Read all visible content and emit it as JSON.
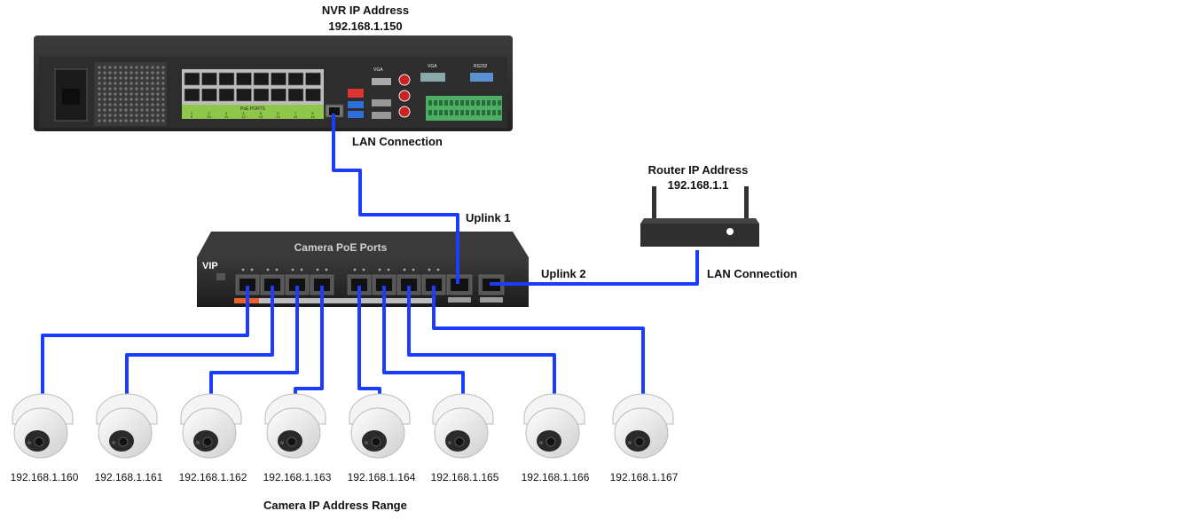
{
  "nvr": {
    "title": "NVR IP Address",
    "ip": "192.168.1.150",
    "panel_labels": [
      "VGA",
      "VGA",
      "RS232"
    ],
    "poe_ports_label": "PoE PORTS",
    "port_numbers": [
      "1",
      "2",
      "3",
      "4",
      "5",
      "6",
      "7",
      "8",
      "9",
      "10",
      "11",
      "12",
      "13",
      "14",
      "15",
      "16"
    ]
  },
  "links": {
    "nvr_lan": "LAN Connection",
    "uplink1": "Uplink 1",
    "uplink2": "Uplink 2",
    "router_lan": "LAN Connection"
  },
  "router": {
    "title": "Router IP Address",
    "ip": "192.168.1.1"
  },
  "switch": {
    "title": "Camera PoE Ports",
    "brand": "VIP",
    "port_count": 8,
    "uplink_port_count": 2
  },
  "cameras": [
    {
      "ip": "192.168.1.160"
    },
    {
      "ip": "192.168.1.161"
    },
    {
      "ip": "192.168.1.162"
    },
    {
      "ip": "192.168.1.163"
    },
    {
      "ip": "192.168.1.164"
    },
    {
      "ip": "192.168.1.165"
    },
    {
      "ip": "192.168.1.166"
    },
    {
      "ip": "192.168.1.167"
    }
  ],
  "camera_range_label": "Camera IP Address Range",
  "colors": {
    "cable": "#1a3dff",
    "device_dark": "#2b2b2b",
    "nvr_green": "#8fc74a",
    "terminal_green": "#4caf63",
    "camera_body": "#e9e9e9"
  }
}
